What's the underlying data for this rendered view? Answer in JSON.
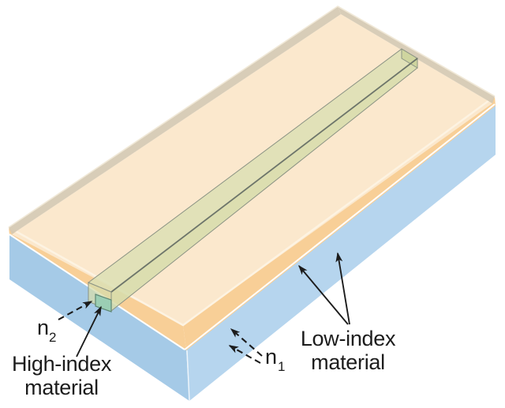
{
  "figure": {
    "description": "3D diagram of a buried channel optical waveguide: a high-index channel embedded in a low-index layer on a low-index substrate",
    "labels": {
      "n2_base": "n",
      "n2_sub": "2",
      "n1_base": "n",
      "n1_sub": "1",
      "high_index_line1": "High-index",
      "high_index_line2": "material",
      "low_index_line1": "Low-index",
      "low_index_line2": "material"
    },
    "colors": {
      "background": "#ffffff",
      "substrate_left_face": "#a5cae7",
      "substrate_right_face": "#b6d5ee",
      "cladding_top": "#fbe8cd",
      "cladding_front_band": "#f8cf97",
      "back_rim": "#d5c9b2",
      "channel_top": "#dce0b4",
      "channel_side": "#d7dcab",
      "channel_back_end": "#cdd49c",
      "channel_end_face": "#9bceb4",
      "arrow": "#1c1c1c",
      "text": "#1c1c1c"
    }
  }
}
